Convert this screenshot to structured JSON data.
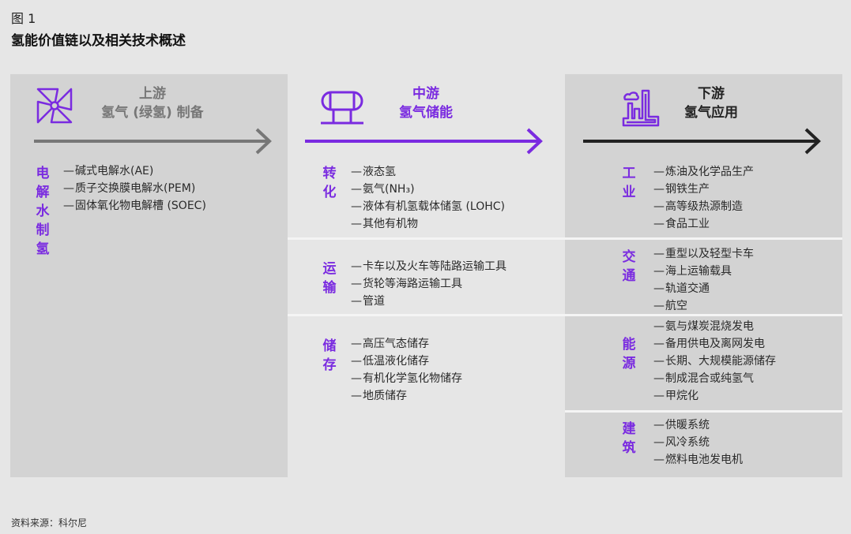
{
  "figure_label": "图 1",
  "title": "氢能价值链以及相关技术概述",
  "colors": {
    "accent": "#7a2be0",
    "upstream": "#777777",
    "downstream": "#222222"
  },
  "columns": [
    {
      "icon": "pinwheel-icon",
      "stage": "上游",
      "subtitle": "氢气 (绿氢) 制备",
      "sections": [
        {
          "category": "电解水制氢",
          "items": [
            "碱式电解水(AE)",
            "质子交换膜电解水(PEM)",
            "固体氧化物电解槽 (SOEC)"
          ]
        }
      ]
    },
    {
      "icon": "storage-tank-icon",
      "stage": "中游",
      "subtitle": "氢气储能",
      "sections": [
        {
          "category": "转化",
          "items": [
            "液态氢",
            "氨气(NH₃)",
            "液体有机氢载体储氢 (LOHC)",
            "其他有机物"
          ]
        },
        {
          "category": "运输",
          "items": [
            "卡车以及火车等陆路运输工具",
            "货轮等海路运输工具",
            "管道"
          ]
        },
        {
          "category": "储存",
          "items": [
            "高压气态储存",
            "低温液化储存",
            "有机化学氢化物储存",
            "地质储存"
          ]
        }
      ]
    },
    {
      "icon": "factory-icon",
      "stage": "下游",
      "subtitle": "氢气应用",
      "sections": [
        {
          "category": "工业",
          "items": [
            "炼油及化学品生产",
            "钢铁生产",
            "高等级热源制造",
            "食品工业"
          ]
        },
        {
          "category": "交通",
          "items": [
            "重型以及轻型卡车",
            "海上运输载具",
            "轨道交通",
            "航空"
          ]
        },
        {
          "category": "能源",
          "items": [
            "氨与煤炭混烧发电",
            "备用供电及离网发电",
            "长期、大规模能源储存",
            "制成混合或纯氢气",
            "甲烷化"
          ]
        },
        {
          "category": "建筑",
          "items": [
            "供暖系统",
            "风冷系统",
            "燃料电池发电机"
          ]
        }
      ]
    }
  ],
  "source": "资料来源：科尔尼"
}
